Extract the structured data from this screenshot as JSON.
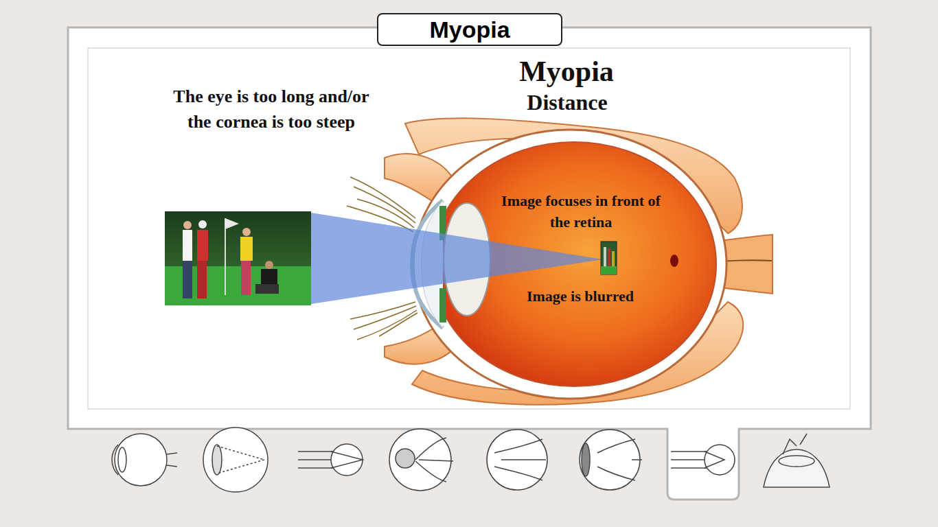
{
  "diagram": {
    "title": "Myopia",
    "labels": [
      "Myopia",
      "Distance",
      "The eye is too long and/or the cornea is too steep",
      "Image focuses in front of the retina",
      "Image is blurred"
    ]
  }
}
